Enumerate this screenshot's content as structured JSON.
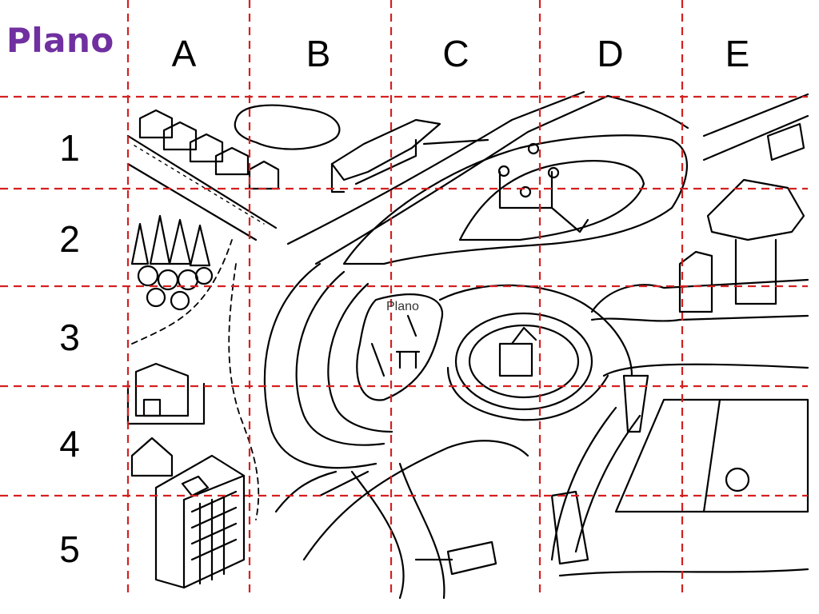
{
  "title": "Plano",
  "columns": [
    "A",
    "B",
    "C",
    "D",
    "E"
  ],
  "rows": [
    "1",
    "2",
    "3",
    "4",
    "5"
  ],
  "park_label": "Plano",
  "colors": {
    "title": "#7030a0",
    "grid": "#d42020",
    "ink": "#000000",
    "background": "#ffffff"
  }
}
